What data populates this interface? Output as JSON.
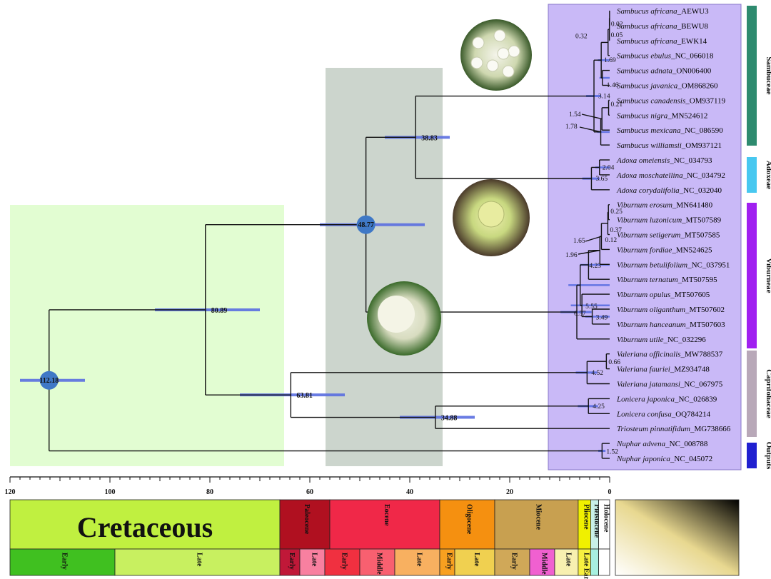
{
  "tips": [
    {
      "genus": "Sambucus africana",
      "acc": "AEWU3"
    },
    {
      "genus": "Sambucus africana",
      "acc": "BEWU8"
    },
    {
      "genus": "Sambucus africana",
      "acc": "EWK14"
    },
    {
      "genus": "Sambucus ebulus",
      "acc": "NC_066018"
    },
    {
      "genus": "Sambucus adnata",
      "acc": "ON006400"
    },
    {
      "genus": "Sambucus javanica",
      "acc": "OM868260"
    },
    {
      "genus": "Sambucus canadensis",
      "acc": "OM937119"
    },
    {
      "genus": "Sambucus nigra",
      "acc": "MN524612"
    },
    {
      "genus": "Sambucus mexicana",
      "acc": "NC_086590"
    },
    {
      "genus": "Sambucus williamsii",
      "acc": "OM937121"
    },
    {
      "genus": "Adoxa omeiensis",
      "acc": "NC_034793"
    },
    {
      "genus": "Adoxa moschatellina",
      "acc": "NC_034792"
    },
    {
      "genus": "Adoxa corydalifolia",
      "acc": "NC_032040"
    },
    {
      "genus": "Viburnum erosum",
      "acc": "MN641480"
    },
    {
      "genus": "Viburnum luzonicum",
      "acc": "MT507589"
    },
    {
      "genus": "Viburnum setigerum",
      "acc": "MT507585"
    },
    {
      "genus": "Viburnum fordiae",
      "acc": "MN524625"
    },
    {
      "genus": "Viburnum betulifolium",
      "acc": "NC_037951"
    },
    {
      "genus": "Viburnum ternatum",
      "acc": "MT507595"
    },
    {
      "genus": "Viburnum opulus",
      "acc": "MT507605"
    },
    {
      "genus": "Viburnum oliganthum",
      "acc": "MT507602"
    },
    {
      "genus": "Viburnum hanceanum",
      "acc": "MT507603"
    },
    {
      "genus": "Viburnum utile",
      "acc": "NC_032296"
    },
    {
      "genus": "Valeriana officinalis",
      "acc": "MW788537"
    },
    {
      "genus": "Valeriana fauriei",
      "acc": "MZ934748"
    },
    {
      "genus": "Valeriana jatamansi",
      "acc": "NC_067975"
    },
    {
      "genus": "Lonicera japonica",
      "acc": "NC_026839"
    },
    {
      "genus": "Lonicera confusa",
      "acc": "OQ784214"
    },
    {
      "genus": "Triosteum pinnatifidum",
      "acc": "MG738666"
    },
    {
      "genus": "Nuphar advena",
      "acc": "NC_008788"
    },
    {
      "genus": "Nuphar japonica",
      "acc": "NC_045072"
    }
  ],
  "node_ages": {
    "root": "112.18",
    "n80": "80.89",
    "n48": "48.77",
    "n38": "38.83",
    "n63": "63.81",
    "n34": "34.88",
    "samb": "3.14",
    "adox": "3.65",
    "adox2": "2.04",
    "vib": "6.57",
    "val": "4.52",
    "lon": "4.25",
    "nup": "1.52",
    "s002": "0.02",
    "s005": "0.05",
    "s032": "0.32",
    "s169": "1.69",
    "s146": "1.46",
    "s021": "0.21",
    "s154": "1.54",
    "s178": "1.78",
    "v025": "0.25",
    "v037": "0.37",
    "v012": "0.12",
    "v165": "1.65",
    "v196": "1.96",
    "v423": "4.23",
    "v555": "5.55",
    "v349": "3.49",
    "val066": "0.66"
  },
  "families": [
    "Sambuceae",
    "Adoxeae",
    "Viburneae",
    "Caprifoliaceae",
    "Outputs"
  ],
  "family_colors": [
    "#2e8b6f",
    "#48c8f0",
    "#a020f0",
    "#b8a8b8",
    "#2020d0"
  ],
  "axis_ticks": [
    "120",
    "100",
    "80",
    "60",
    "40",
    "20",
    "0"
  ],
  "periods": {
    "cretaceous": "Cretaceous",
    "paleocene": "Paleocene",
    "eocene": "Eocene",
    "oligocene": "Oligocene",
    "miocene": "Miocene",
    "pliocene": "Pliocene",
    "pleistocene": "Pleistocene",
    "holocene": "Holocene"
  },
  "subperiods": {
    "early": "Early",
    "late": "Late",
    "middle": "Middle",
    "early_late": "Late Early"
  },
  "colors": {
    "green_band": "#e2fdd2",
    "gray_band": "#ccd5cd",
    "purple_band": "#c9b9f7",
    "node_fill": "#3f78c6",
    "bar": "#5a6ee0",
    "cretaceous": "#c0f040",
    "paleocene": "#b01020",
    "eocene": "#f02848",
    "oligocene": "#f59010",
    "miocene": "#c8a050",
    "pliocene": "#f0f000",
    "pleistocene": "#c8f0e8",
    "holocene": "#ffffff"
  }
}
